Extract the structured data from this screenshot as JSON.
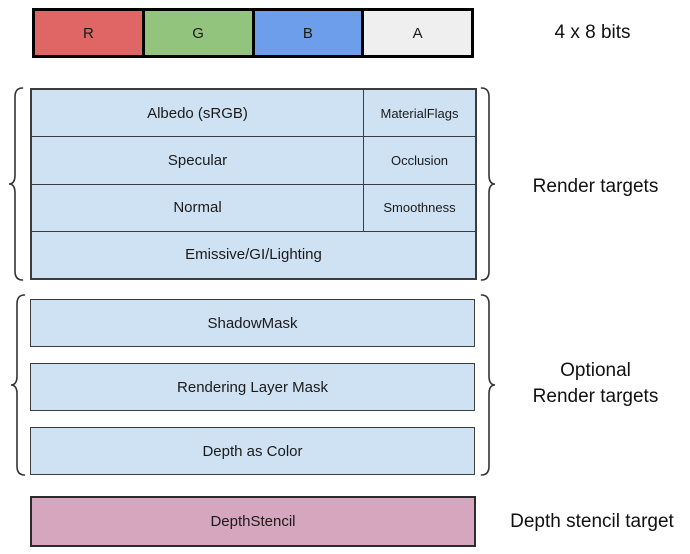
{
  "colors": {
    "red_channel": "#E06666",
    "green_channel": "#93C47D",
    "blue_channel": "#6D9EEB",
    "alpha_channel": "#EFEFEF",
    "buffer_fill": "#CFE2F3",
    "depth_stencil_fill": "#D5A6BD",
    "bar_border": "#000000",
    "box_border": "#3C3C3C"
  },
  "format_bar": {
    "cells": [
      {
        "label": "R"
      },
      {
        "label": "G"
      },
      {
        "label": "B"
      },
      {
        "label": "A"
      }
    ],
    "bits_label": "4 x 8 bits"
  },
  "render_targets": {
    "group_label": "Render targets",
    "rows": [
      {
        "main": "Albedo (sRGB)",
        "alpha": "MaterialFlags"
      },
      {
        "main": "Specular",
        "alpha": "Occlusion"
      },
      {
        "main": "Normal",
        "alpha": "Smoothness"
      },
      {
        "main": "Emissive/GI/Lighting"
      }
    ]
  },
  "optional_targets": {
    "group_label_line1": "Optional",
    "group_label_line2": "Render targets",
    "rows": [
      {
        "label": "ShadowMask"
      },
      {
        "label": "Rendering Layer Mask"
      },
      {
        "label": "Depth as Color"
      }
    ]
  },
  "depth_stencil": {
    "group_label": "Depth stencil target",
    "row_label": "DepthStencil"
  }
}
